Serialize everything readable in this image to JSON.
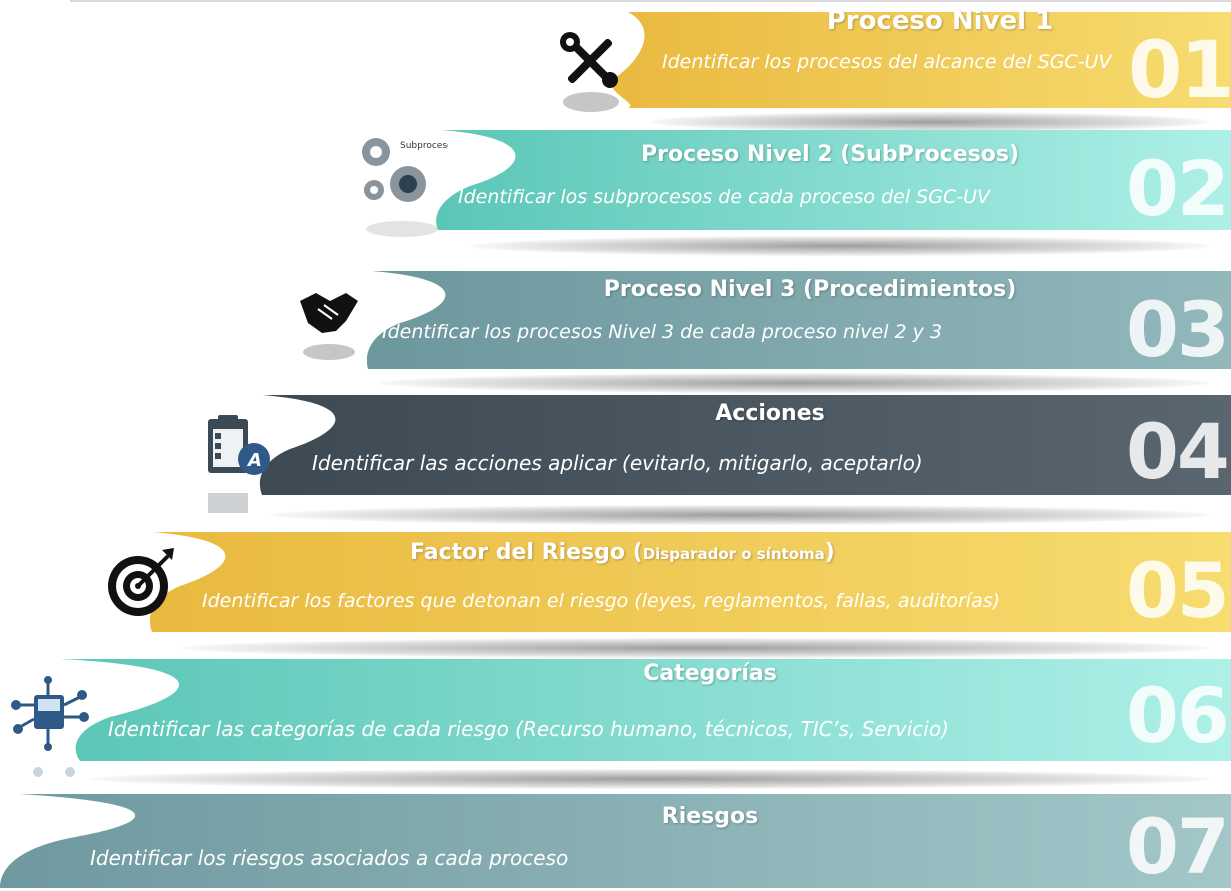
{
  "steps": [
    {
      "number": "01",
      "title": "Proceso Nivel 1",
      "description": "Identificar los procesos del alcance del SGC-UV",
      "colors": [
        "#e9bb43",
        "#f6d96c"
      ]
    },
    {
      "number": "02",
      "title": "Proceso Nivel 2 (SubProcesos)",
      "description": "Identificar los subprocesos de cada proceso del SGC-UV",
      "colors": [
        "#5dc7b8",
        "#a6ede4"
      ]
    },
    {
      "number": "03",
      "title": "Proceso Nivel 3 (Procedimientos)",
      "description": "Identificar los procesos Nivel 3 de cada proceso nivel 2 y 3",
      "colors": [
        "#6f9aa0",
        "#8db4b8"
      ]
    },
    {
      "number": "04",
      "title": "Acciones",
      "description": "Identificar las acciones aplicar (evitarlo, mitigarlo, aceptarlo)",
      "colors": [
        "#404c55",
        "#56636c"
      ]
    },
    {
      "number": "05",
      "title_main": "Factor del Riesgo (",
      "title_small": "Disparador o síntoma",
      "title_end": ")",
      "description": "Identificar los factores que detonan el riesgo (leyes, reglamentos, fallas, auditorías)",
      "colors": [
        "#e9bb43",
        "#f6d96c"
      ]
    },
    {
      "number": "06",
      "title": "Categorías",
      "description": "Identificar las categorías de cada riesgo (Recurso humano, técnicos, TIC’s, Servicio)",
      "colors": [
        "#5dc7b8",
        "#a6ede4"
      ]
    },
    {
      "number": "07",
      "title": "Riesgos",
      "description": "Identificar los riesgos asociados a cada proceso",
      "colors": [
        "#6f9aa0",
        "#a0c4c7"
      ]
    }
  ],
  "icons": {
    "step1": "tools-icon",
    "step2": "gears-icon",
    "step2_label": "Subprocesos",
    "step3": "handshake-icon",
    "step4": "checklist-icon",
    "step5": "target-icon",
    "step6": "network-icon"
  }
}
